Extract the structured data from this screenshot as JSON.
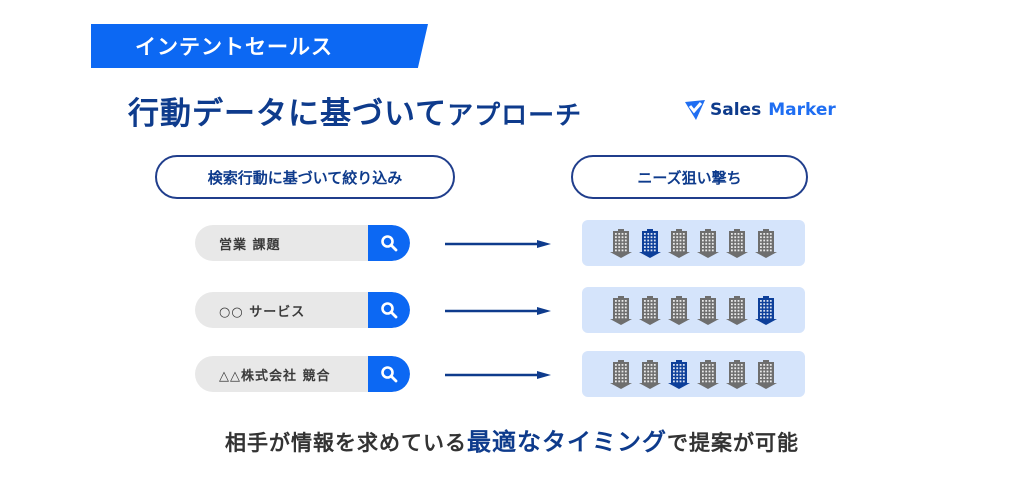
{
  "banner": {
    "label": "インテントセールス"
  },
  "headline": {
    "main": "行動データに基づいて",
    "sub": "アプローチ"
  },
  "logo": {
    "icon": "location-pin-check-icon",
    "word1": "Sales",
    "word2": "Marker"
  },
  "pills": {
    "left": "検索行動に基づいて絞り込み",
    "right": "ニーズ狙い撃ち"
  },
  "rows": [
    {
      "query": "営業  課題",
      "highlight_index": 1
    },
    {
      "query": "○○  サービス",
      "highlight_index": 5
    },
    {
      "query": "△△株式会社  競合",
      "highlight_index": 2
    }
  ],
  "footer": {
    "prefix": "相手が情報を求めている",
    "highlight": "最適なタイミング",
    "suffix": "で提案が可能"
  },
  "colors": {
    "brand_blue": "#0c68f3",
    "navy": "#0e3b8c",
    "building_gray": "#6e6e6e",
    "building_highlight": "#0d3f9a",
    "box_bg": "#d5e4fb",
    "search_bg": "#e8e8e8"
  }
}
